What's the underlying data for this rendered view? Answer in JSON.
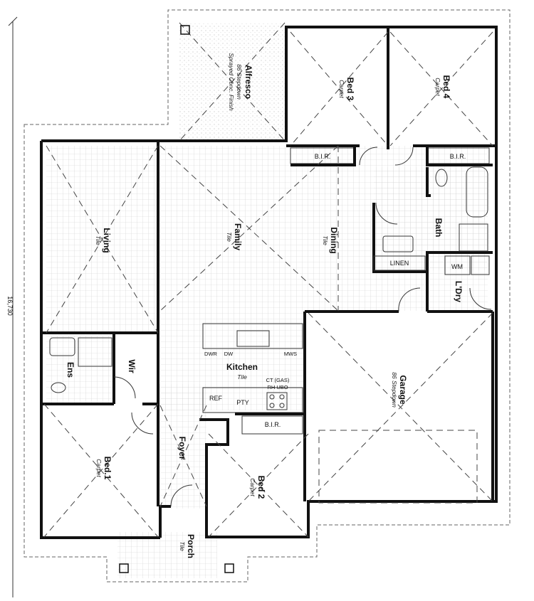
{
  "dimension": "16,730",
  "rooms": {
    "alfresco": {
      "name": "Alfresco",
      "line1": "86 Stepdown",
      "line2": "Sprayed Conc. Finish"
    },
    "bed3": {
      "name": "Bed 3",
      "finish": "Carpet"
    },
    "bed4": {
      "name": "Bed 4",
      "finish": "Carpet"
    },
    "living": {
      "name": "Living",
      "finish": "Tile"
    },
    "family": {
      "name": "Family",
      "finish": "Tile"
    },
    "dining": {
      "name": "Dining",
      "finish": "Tile"
    },
    "bath": {
      "name": "Bath"
    },
    "kitchen": {
      "name": "Kitchen",
      "finish": "Tile"
    },
    "ens": {
      "name": "Ens"
    },
    "wir": {
      "name": "Wir"
    },
    "garage": {
      "name": "Garage",
      "finish": "86 Stepdown"
    },
    "bed1": {
      "name": "Bed.1",
      "finish": "Carpet"
    },
    "foyer": {
      "name": "Foyer"
    },
    "bed2": {
      "name": "Bed 2",
      "finish": "Carpet"
    },
    "porch": {
      "name": "Porch",
      "finish": "Tile"
    }
  },
  "fixtures": {
    "bir_bed3": "B.I.R.",
    "bir_bed4": "B.I.R.",
    "bir_bed2": "B.I.R.",
    "linen": "LINEN",
    "wm": "WM",
    "ldry": "L'Dry",
    "dwr": "DWR",
    "dw": "DW",
    "mws": "MWS",
    "ref": "REF",
    "pty": "PTY",
    "ct": "CT (GAS)",
    "rh": "RH UBO"
  }
}
